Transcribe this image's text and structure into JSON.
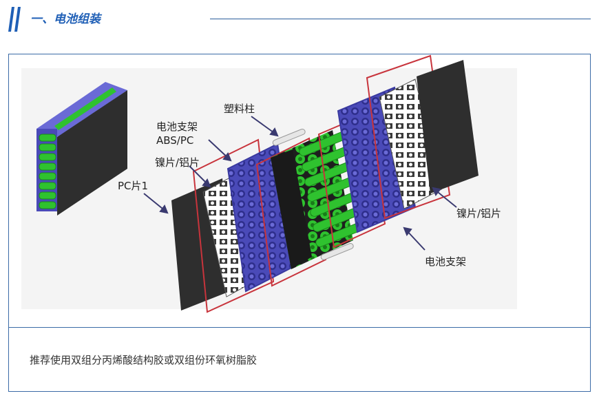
{
  "section": {
    "title": "一、电池组装"
  },
  "figure": {
    "labels": {
      "plastic_post": "塑料柱",
      "holder_abs_line1": "电池支架",
      "holder_abs_line2": "ABS/PC",
      "nickel_left": "镍片/铝片",
      "pc_sheet": "PC片1",
      "nickel_right": "镍片/铝片",
      "holder_right": "电池支架"
    },
    "colors": {
      "cell_green": "#2fc22f",
      "holder_blue": "#4a4ab8",
      "sheet_dark": "#2e2e2e",
      "frame_red": "#c8343c"
    }
  },
  "caption": "推荐使用双组分丙烯酸结构胶或双组份环氧树脂胶",
  "theme": {
    "accent": "#1f5fb6",
    "border": "#3a6aa6"
  }
}
